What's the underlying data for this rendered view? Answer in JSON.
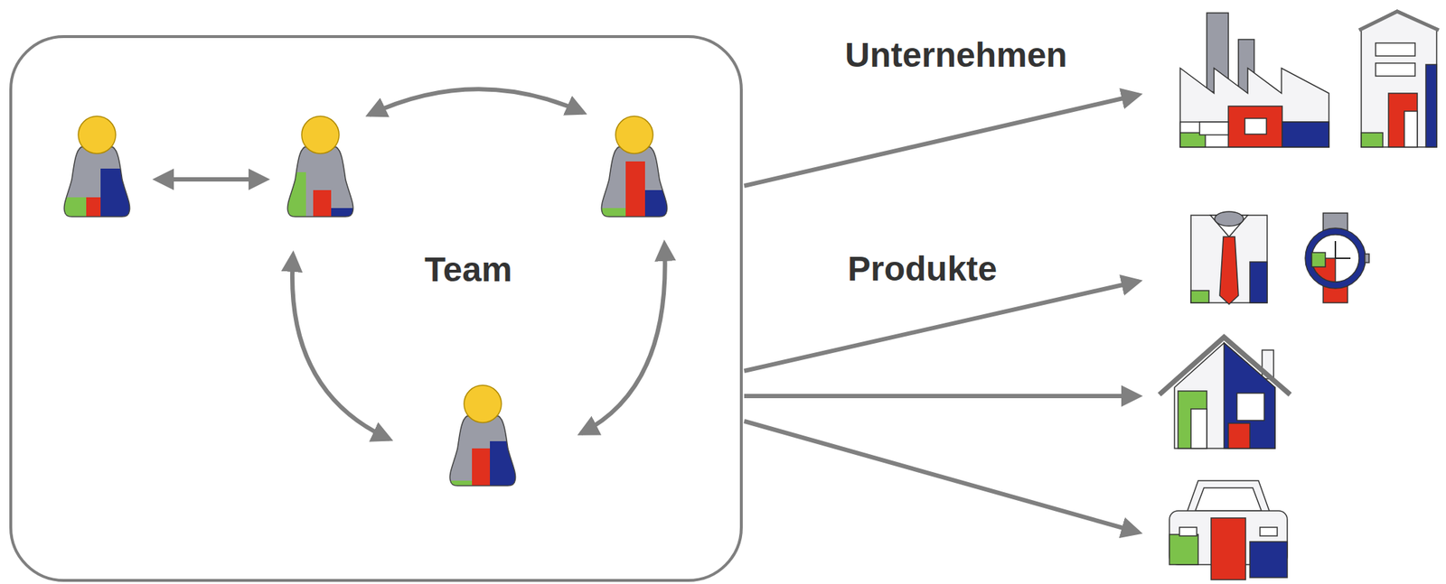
{
  "diagram": {
    "nodes": [
      {
        "text": [
          "Team"
        ]
      }
    ],
    "labels": [
      "Unternehmen",
      "Produkte"
    ]
  }
}
